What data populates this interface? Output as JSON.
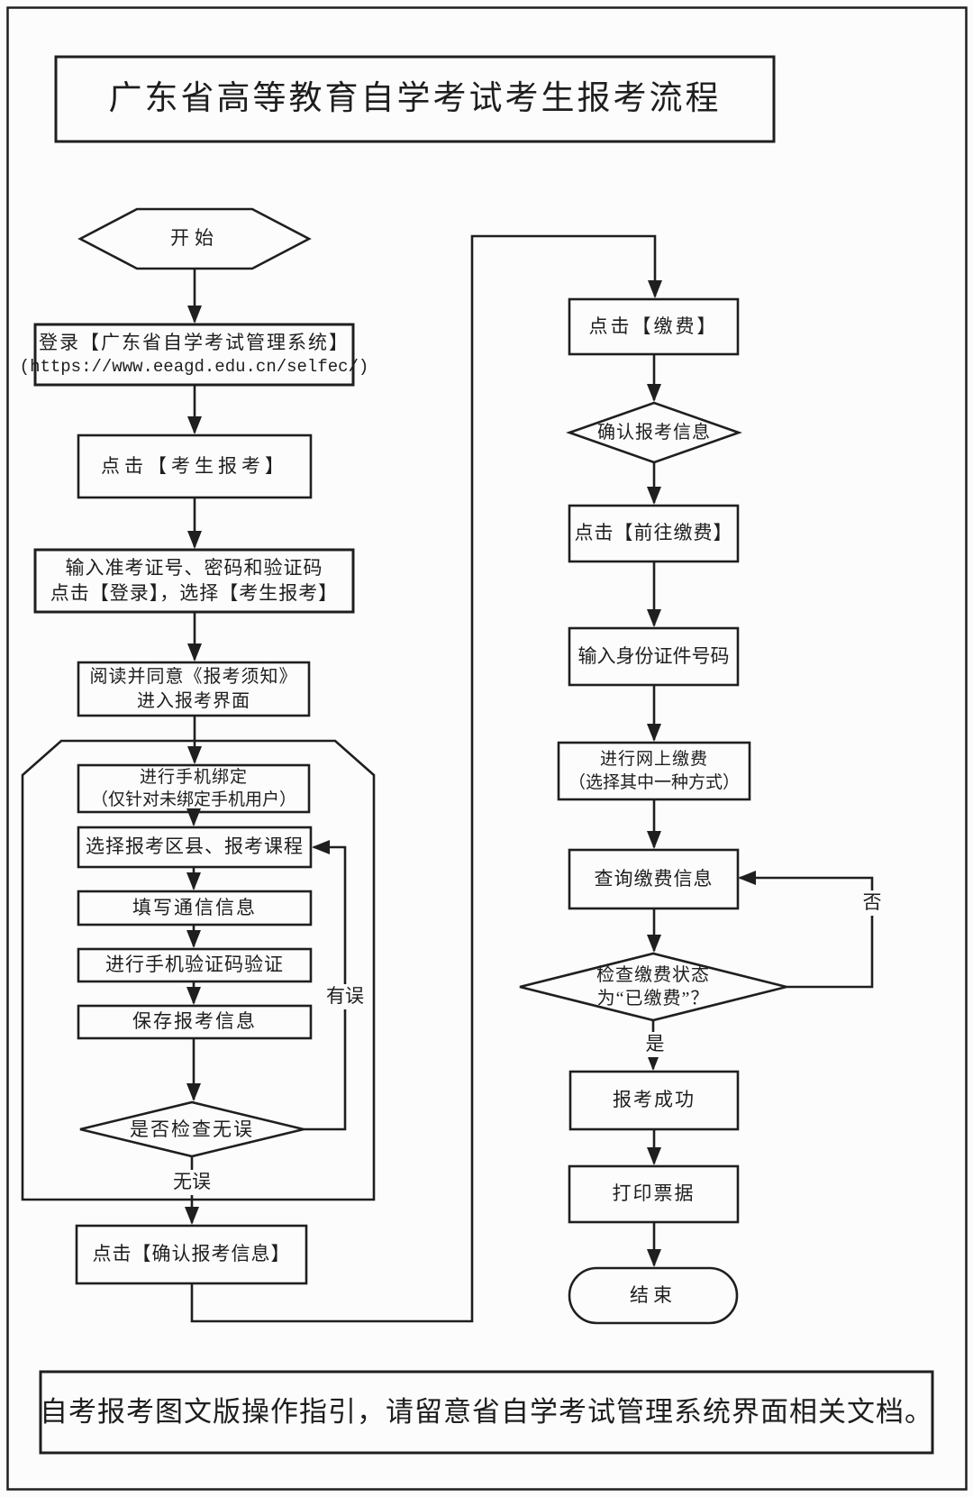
{
  "page": {
    "title": "广东省高等教育自学考试考生报考流程",
    "note": "自考报考图文版操作指引，请留意省自学考试管理系统界面相关文档。"
  },
  "nodes": {
    "start": "开始",
    "login1": "登录【广东省自学考试管理系统】",
    "login2": "(https://www.eeagd.edu.cn/selfec/)",
    "click_register": "点击【考生报考】",
    "credentials1": "输入准考证号、密码和验证码",
    "credentials2": "点击【登录】，选择【考生报考】",
    "notice1": "阅读并同意《报考须知》",
    "notice2": "进入报考界面",
    "bind1": "进行手机绑定",
    "bind2": "（仅针对未绑定手机用户）",
    "select_course": "选择报考区县、报考课程",
    "contact_info": "填写通信信息",
    "sms_verify": "进行手机验证码验证",
    "save_info": "保存报考信息",
    "check_correct": "是否检查无误",
    "confirm_info": "点击【确认报考信息】",
    "pay": "点击【缴费】",
    "confirm_pay": "确认报考信息",
    "go_pay": "点击【前往缴费】",
    "id_number": "输入身份证件号码",
    "online_pay1": "进行网上缴费",
    "online_pay2": "（选择其中一种方式）",
    "query_pay": "查询缴费信息",
    "check_status1": "检查缴费状态",
    "check_status2": "为“已缴费”？",
    "success": "报考成功",
    "print_receipt": "打印票据",
    "end": "结束"
  },
  "labels": {
    "error": "有误",
    "no_error": "无误",
    "no": "否",
    "yes": "是"
  },
  "colors": {
    "line": "#1f1f1f",
    "background": "#fcfcfc",
    "text": "#1e1e1e"
  }
}
